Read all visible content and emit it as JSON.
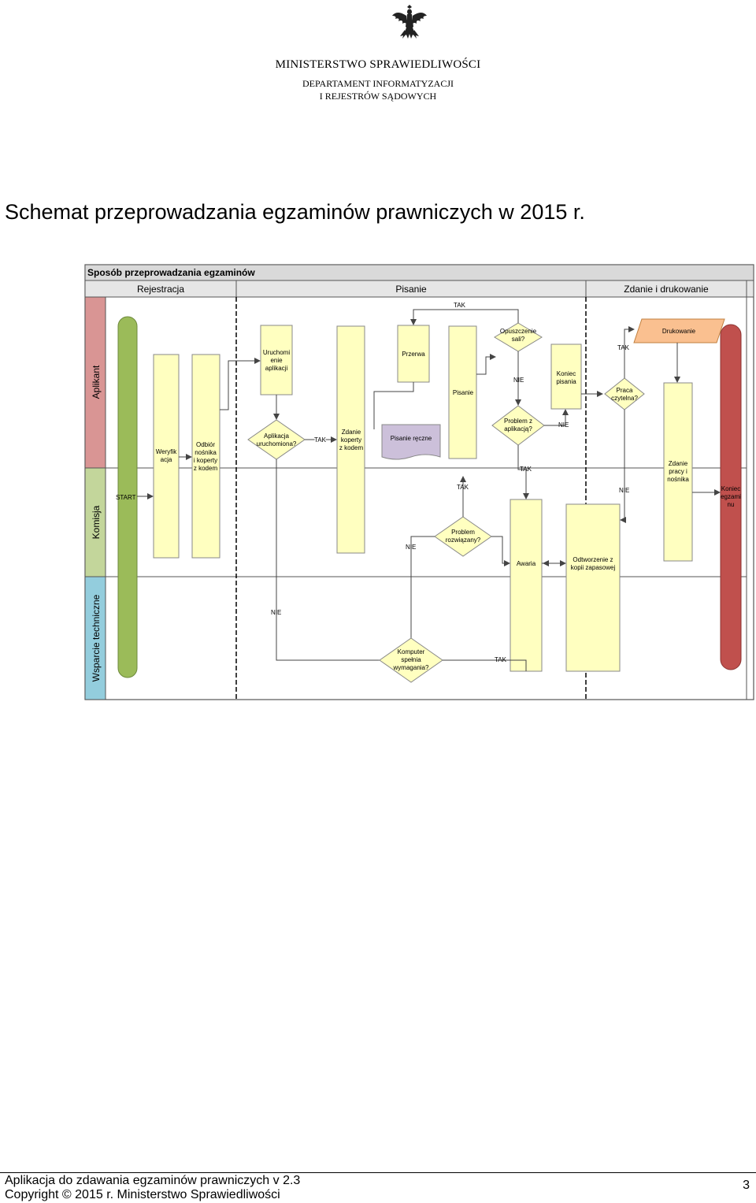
{
  "header": {
    "ministry": "MINISTERSTWO SPRAWIEDLIWOŚCI",
    "department_line1": "DEPARTAMENT INFORMATYZACJI",
    "department_line2": "I REJESTRÓW SĄDOWYCH"
  },
  "title": "Schemat przeprowadzania egzaminów prawniczych w 2015 r.",
  "diagram": {
    "title": "Sposób przeprowadzania egzaminów",
    "phases": [
      "Rejestracja",
      "Pisanie",
      "Zdanie i drukowanie"
    ],
    "lanes": [
      "Aplikant",
      "Komisja",
      "Wsparcie techniczne"
    ],
    "nodes": {
      "start": "START",
      "weryfikacja": [
        "Weryfik",
        "acja"
      ],
      "odbior": [
        "Odbiór",
        "nośnika",
        "i koperty",
        "z kodem"
      ],
      "uruchomienie": [
        "Uruchomi",
        "enie",
        "aplikacji"
      ],
      "aplikacja_uruchomiona": [
        "Aplikacja",
        "uruchomiona?"
      ],
      "zdanie_koperty": [
        "Zdanie",
        "koperty",
        "z kodem"
      ],
      "przerwa": "Przerwa",
      "pisanie_reczne": "Pisanie ręczne",
      "pisanie": "Pisanie",
      "opuszczenie_sali": [
        "Opuszczenie",
        "sali?"
      ],
      "problem_z_aplikacja": [
        "Problem z",
        "aplikacją?"
      ],
      "koniec_pisania": [
        "Koniec",
        "pisania"
      ],
      "problem_rozwiazany": [
        "Problem",
        "rozwiązany?"
      ],
      "awaria": "Awaria",
      "komputer_spelnia": [
        "Komputer",
        "spełnia",
        "wymagania?"
      ],
      "odtworzenie": [
        "Odtworzenie z",
        "kopii zapasowej"
      ],
      "drukowanie": "Drukowanie",
      "praca_czytelna": [
        "Praca",
        "czytelna?"
      ],
      "zdanie_pracy": [
        "Zdanie",
        "pracy i",
        "nośnika"
      ],
      "koniec_egzaminu": [
        "Koniec",
        "egzami",
        "nu"
      ]
    },
    "labels": {
      "tak": "TAK",
      "nie": "NIE"
    },
    "colors": {
      "lane_aplikant": "#d99594",
      "lane_komisja": "#c3d69b",
      "lane_wsparcie": "#93cddd",
      "header_bg": "#d9d9d9",
      "process": "#ffffc0",
      "start_bar": "#9bbb59",
      "end_bar": "#c0504d",
      "print": "#fac090",
      "manual": "#ccc0da"
    }
  },
  "footer": {
    "app_line": "Aplikacja do zdawania egzaminów prawniczych v 2.3",
    "copyright": "Copyright © 2015 r. Ministerstwo Sprawiedliwości",
    "page": "3"
  }
}
